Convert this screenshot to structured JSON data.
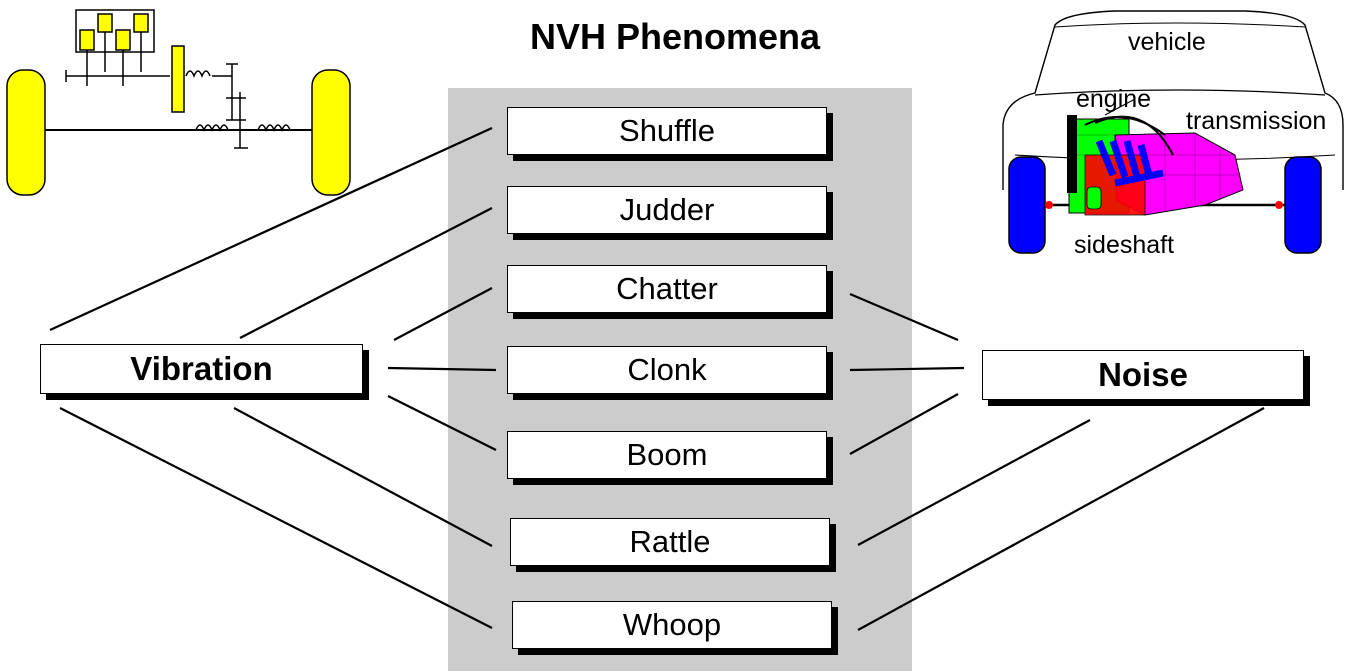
{
  "title": "NVH Phenomena",
  "categories": {
    "vibration": "Vibration",
    "noise": "Noise"
  },
  "phenomena": [
    "Shuffle",
    "Judder",
    "Chatter",
    "Clonk",
    "Boom",
    "Rattle",
    "Whoop"
  ],
  "vibration_links": [
    "Shuffle",
    "Judder",
    "Chatter",
    "Clonk",
    "Boom",
    "Rattle",
    "Whoop"
  ],
  "noise_links": [
    "Chatter",
    "Clonk",
    "Boom",
    "Rattle",
    "Whoop"
  ],
  "vehicle_illustration": {
    "labels": {
      "vehicle": "vehicle",
      "engine": "engine",
      "transmission": "transmission",
      "sideshaft": "sideshaft"
    }
  },
  "colors": {
    "panel": "#cccccc",
    "wheel_yellow": "#ffff00",
    "wheel_blue": "#0000ff",
    "engine_green": "#00ff00",
    "transmission_magenta": "#ff00ff",
    "component_red": "#ff0000"
  }
}
